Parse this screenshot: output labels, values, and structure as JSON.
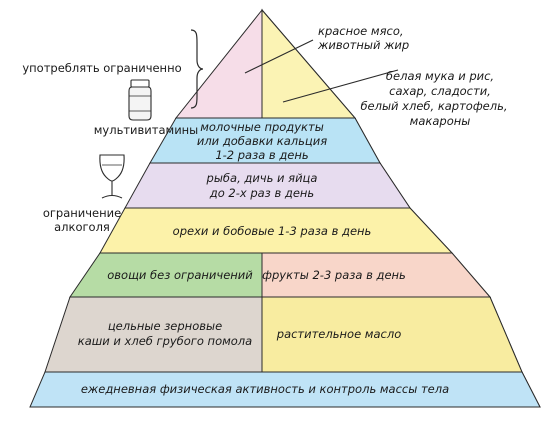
{
  "colors": {
    "top_pink": "#f6dde8",
    "top_yellow": "#fbf3b4",
    "dairy": "#b9e3f5",
    "fish": "#e7dcef",
    "nuts": "#fcf2a9",
    "vegetables": "#b6dca5",
    "fruits": "#f8d6c9",
    "grains": "#ddd6cf",
    "oil": "#f8eca0",
    "base": "#bfe3f6",
    "side_light": "#d3d8db",
    "side_dark": "#4f5459",
    "outline": "#2b2b2b"
  },
  "side_labels": {
    "limit": "употреблять ограниченно",
    "vitamins": "мультивитамины",
    "alcohol_1": "ограничение",
    "alcohol_2": "алкоголя"
  },
  "icons": {
    "bottle": "vitamin-bottle-icon",
    "glass": "wine-glass-icon",
    "brace": "curly-brace-icon"
  },
  "notes": {
    "red_meat_1": "красное мясо,",
    "red_meat_2": "животный жир",
    "starch_1": "белая мука и рис,",
    "starch_2": "сахар, сладости,",
    "starch_3": "белый хлеб, картофель,",
    "starch_4": "макароны"
  },
  "tiers": {
    "dairy_1": "молочные продукты",
    "dairy_2": "или добавки кальция",
    "dairy_3": "1-2 раза в день",
    "fish_1": "рыба, дичь и яйца",
    "fish_2": "до 2-х раз в день",
    "nuts": "орехи и бобовые 1-3 раза в день",
    "vegetables": "овощи без ограничений",
    "fruits": "фрукты 2-3 раза в день",
    "grains_1": "цельные зерновые",
    "grains_2": "каши и хлеб грубого помола",
    "oil": "растительное масло",
    "base": "ежедневная физическая активность и контроль массы тела"
  }
}
